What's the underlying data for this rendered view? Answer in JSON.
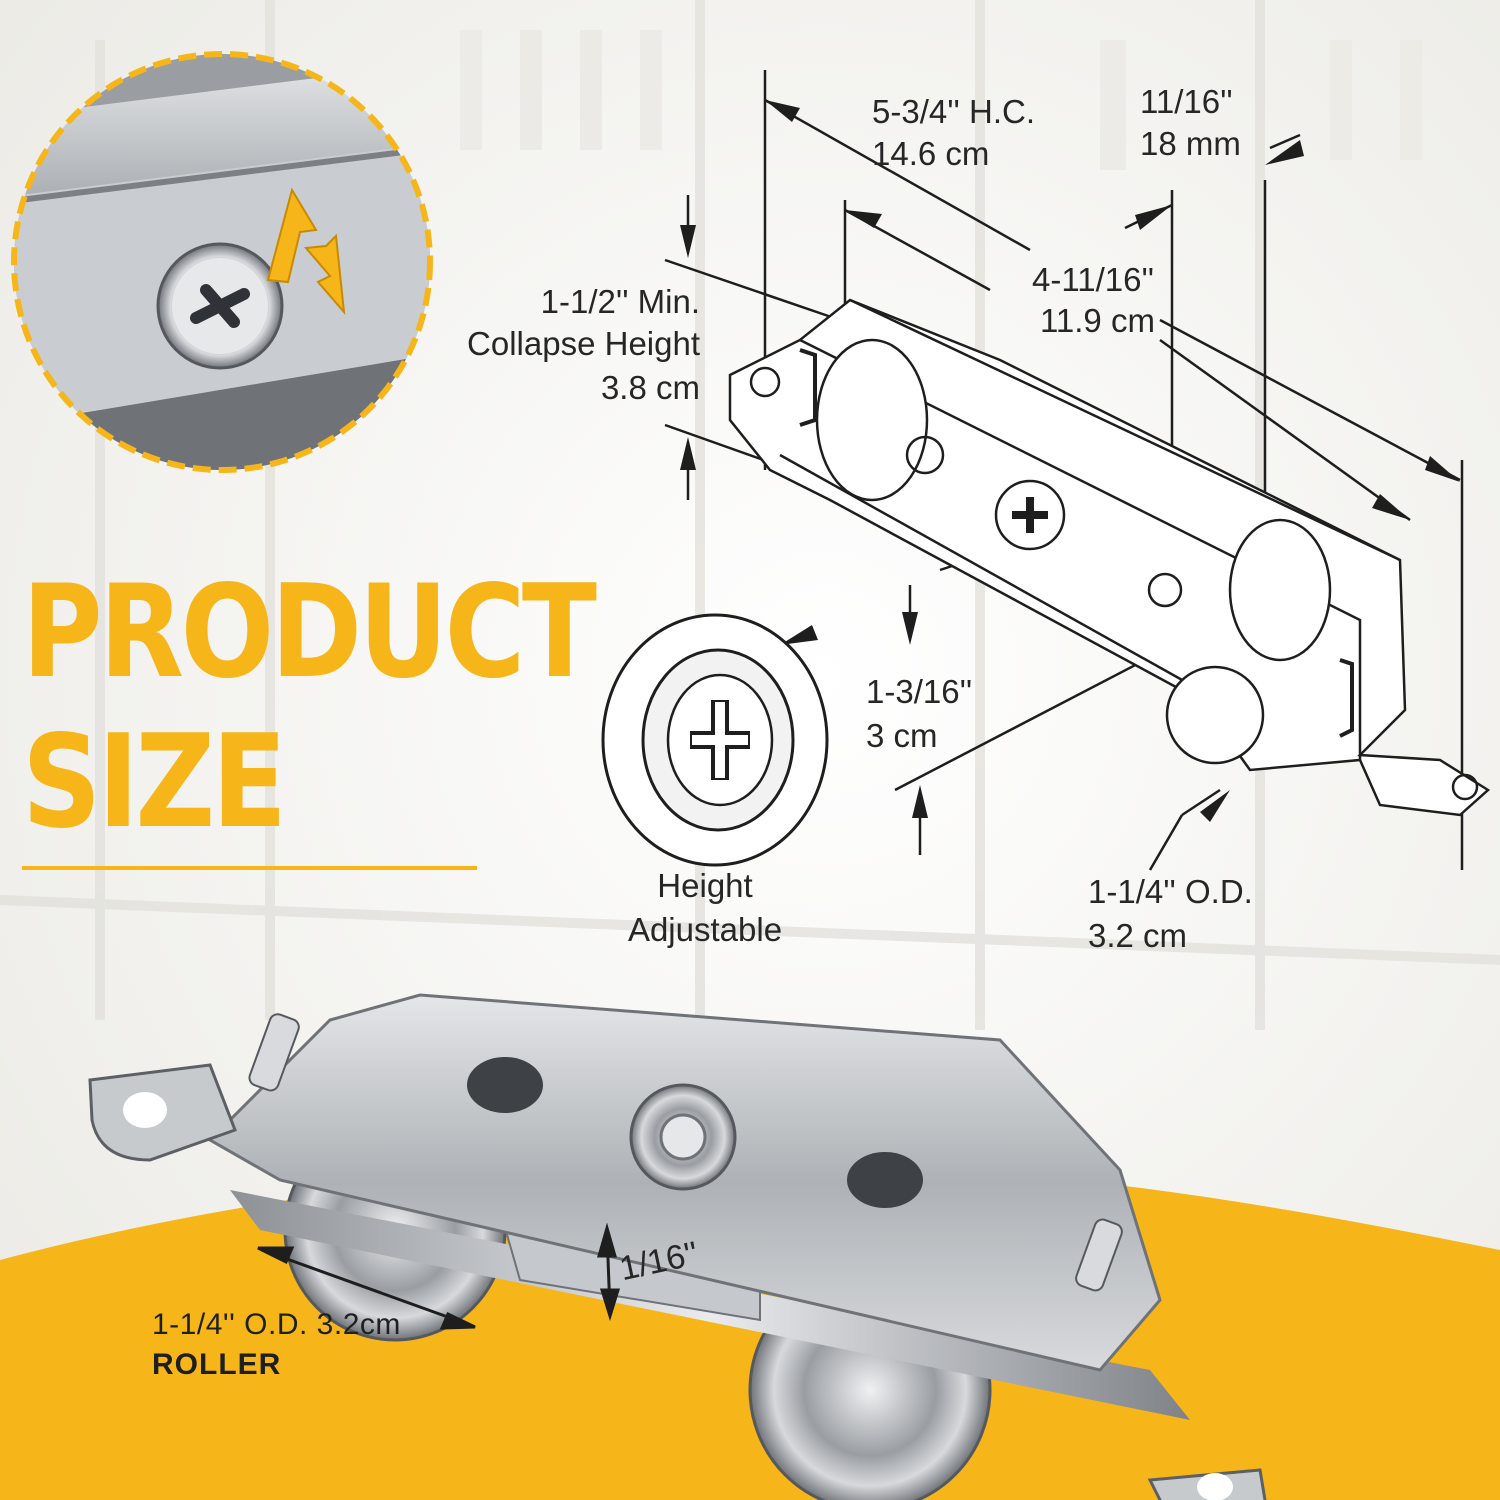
{
  "title": {
    "line1": "PRODUCT",
    "line2": "SIZE"
  },
  "colors": {
    "accent": "#f6b61a",
    "text": "#262626",
    "steel": "#b9bcc0"
  },
  "dimensions": {
    "hole_center_imperial": "5-3/4'' H.C.",
    "hole_center_metric": "14.6 cm",
    "thickness_imperial": "11/16''",
    "thickness_metric": "18 mm",
    "length_imperial": "4-11/16''",
    "length_metric": "11.9 cm",
    "collapse_line1": "1-1/2'' Min.",
    "collapse_line2": "Collapse Height",
    "collapse_metric": "3.8 cm",
    "adjust_imperial": "1-3/16''",
    "adjust_metric": "3 cm",
    "wheel_od_imperial": "1-1/4'' O.D.",
    "wheel_od_metric": "3.2 cm",
    "height_adjustable_line1": "Height",
    "height_adjustable_line2": "Adjustable",
    "gap": "1/16''"
  },
  "roller_caption": {
    "dimension": "1-1/4'' O.D. 3.2cm",
    "name": "ROLLER"
  },
  "icons": [
    "magnifier-circle",
    "up-down-arrows",
    "phillips-screw",
    "adjust-screw-detail",
    "roller-assembly"
  ]
}
